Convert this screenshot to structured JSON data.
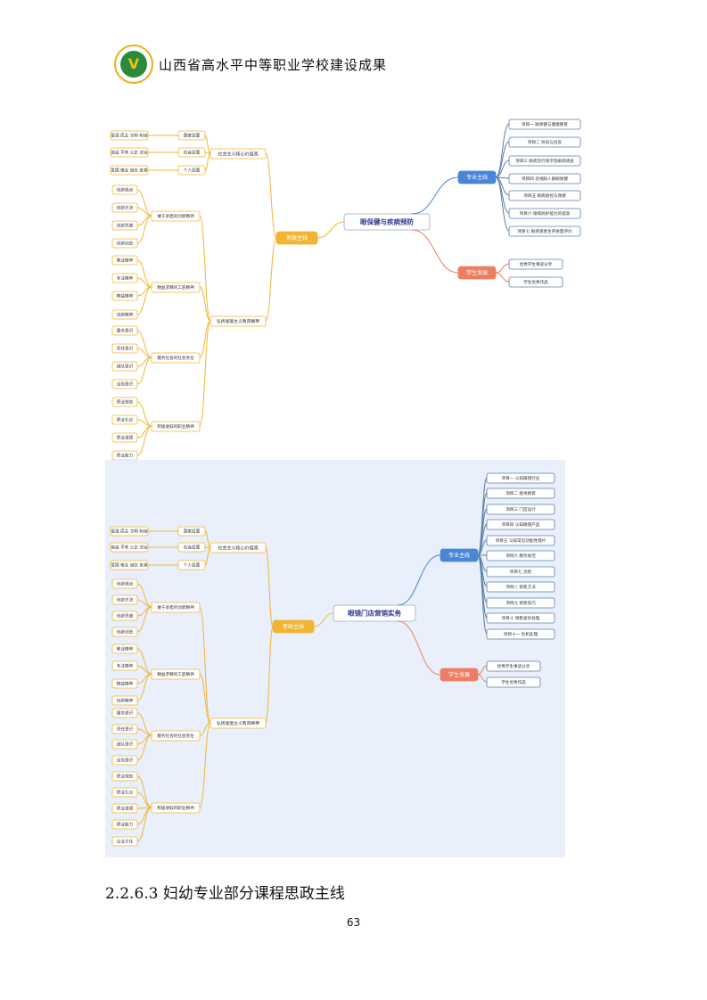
{
  "header": {
    "title": "山西省高水平中等职业学校建设成果",
    "logo": "school-emblem"
  },
  "map1": {
    "center": "眼保健与疾病预防",
    "right": {
      "main": {
        "label": "专业主线",
        "items": [
          "项目一 眼保健与健康教育",
          "项目二 防盲与治盲",
          "项目三 眼病流行病学及眼病调查",
          "项目四 近视眼人群眼保健",
          "项目五 眼病防控与保健",
          "项目六 眼病防护能力的提高",
          "项目七 眼病患者生存质量评价"
        ]
      },
      "student": {
        "label": "学生发展",
        "items": [
          "优秀学生事迹分享",
          "学生优秀作品"
        ]
      }
    },
    "left": {
      "label": "思政主线",
      "values": {
        "label": "社会主义核心价值观",
        "groups": [
          {
            "label": "国家层面",
            "text": "富强 民主 文明 和谐"
          },
          {
            "label": "社会层面",
            "text": "自由 平等 公正 法治"
          },
          {
            "label": "个人层面",
            "text": "爱国 敬业 诚信 友善"
          }
        ]
      },
      "spirit": {
        "label": "弘扬爱国主义教育精神",
        "groups": [
          {
            "label": "敢于承担的创新精神",
            "items": [
              "创新观点",
              "创新方法",
              "创新思维",
              "创新创造"
            ]
          },
          {
            "label": "精益求精的工匠精神",
            "items": [
              "敬业精神",
              "专注精神",
              "精益精神",
              "创新精神"
            ]
          },
          {
            "label": "服务社会的社会责任",
            "items": [
              "服务意识",
              "责任意识",
              "团队意识",
              "全局意识"
            ]
          },
          {
            "label": "积极进取的职业精神",
            "items": [
              "职业规划",
              "职业礼仪",
              "职业道德",
              "职业能力"
            ]
          }
        ]
      }
    }
  },
  "map2": {
    "center": "眼镜门店营销实务",
    "right": {
      "main": {
        "label": "专业主线",
        "items": [
          "项目一 认知眼镜行业",
          "项目二 接待顾客",
          "项目三 门店设计",
          "项目四 认知眼镜产品",
          "项目五 认知常见功能性镜片",
          "项目六 服务规范",
          "项目七 流程",
          "项目八 销售方法",
          "项目九 销售技巧",
          "项目十 销售投诉处理",
          "项目十一 危机处理"
        ]
      },
      "student": {
        "label": "学生发展",
        "items": [
          "优秀学生事迹分享",
          "学生优秀作品"
        ]
      }
    },
    "left": {
      "label": "思政主线",
      "values": {
        "label": "社会主义核心价值观",
        "groups": [
          {
            "label": "国家层面",
            "text": "富强 民主 文明 和谐"
          },
          {
            "label": "社会层面",
            "text": "自由 平等 公正 法治"
          },
          {
            "label": "个人层面",
            "text": "爱国 敬业 诚信 友善"
          }
        ]
      },
      "spirit": {
        "label": "弘扬爱国主义教育精神",
        "groups": [
          {
            "label": "敢于承担的创新精神",
            "items": [
              "创新观点",
              "创新方法",
              "创新思维",
              "创新创造"
            ]
          },
          {
            "label": "精益求精的工匠精神",
            "items": [
              "敬业精神",
              "专注精神",
              "精益精神",
              "创新精神"
            ]
          },
          {
            "label": "服务社会的社会责任",
            "items": [
              "服务意识",
              "责任意识",
              "团队意识",
              "全局意识"
            ]
          },
          {
            "label": "积极进取的职业精神",
            "items": [
              "职业规划",
              "职业礼仪",
              "职业道德",
              "职业能力",
              "企业文化"
            ]
          }
        ]
      }
    }
  },
  "colors": {
    "branch_orange": "#f2b533",
    "main_blue": "#4a86d8",
    "student_red": "#ec7e63",
    "line_blue": "#5a7fa8",
    "map2_bg": "#e9f0fb"
  },
  "section_heading": "2.2.6.3 妇幼专业部分课程思政主线",
  "page_number": "63"
}
